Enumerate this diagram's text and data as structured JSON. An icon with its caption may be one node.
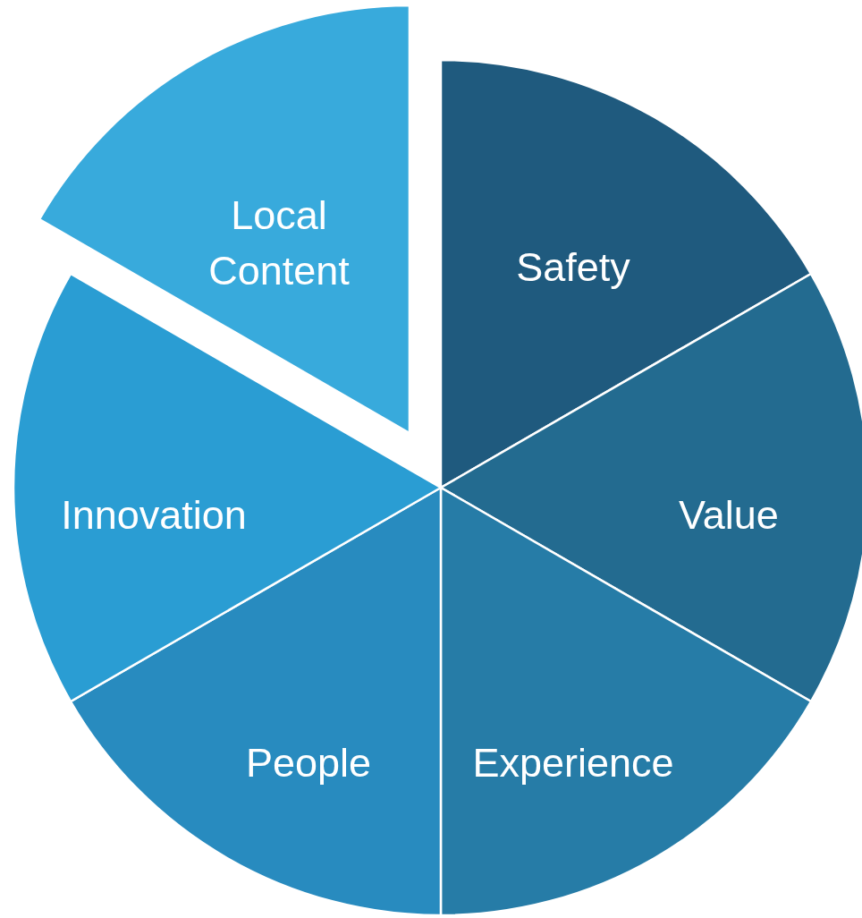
{
  "diagram": {
    "nodes": [
      {
        "text": [
          "Local Content"
        ]
      },
      {
        "text": [
          "Safety"
        ]
      },
      {
        "text": [
          "Value"
        ]
      },
      {
        "text": [
          "Experience"
        ]
      },
      {
        "text": [
          "People"
        ]
      },
      {
        "text": [
          "Innovation"
        ]
      }
    ]
  }
}
